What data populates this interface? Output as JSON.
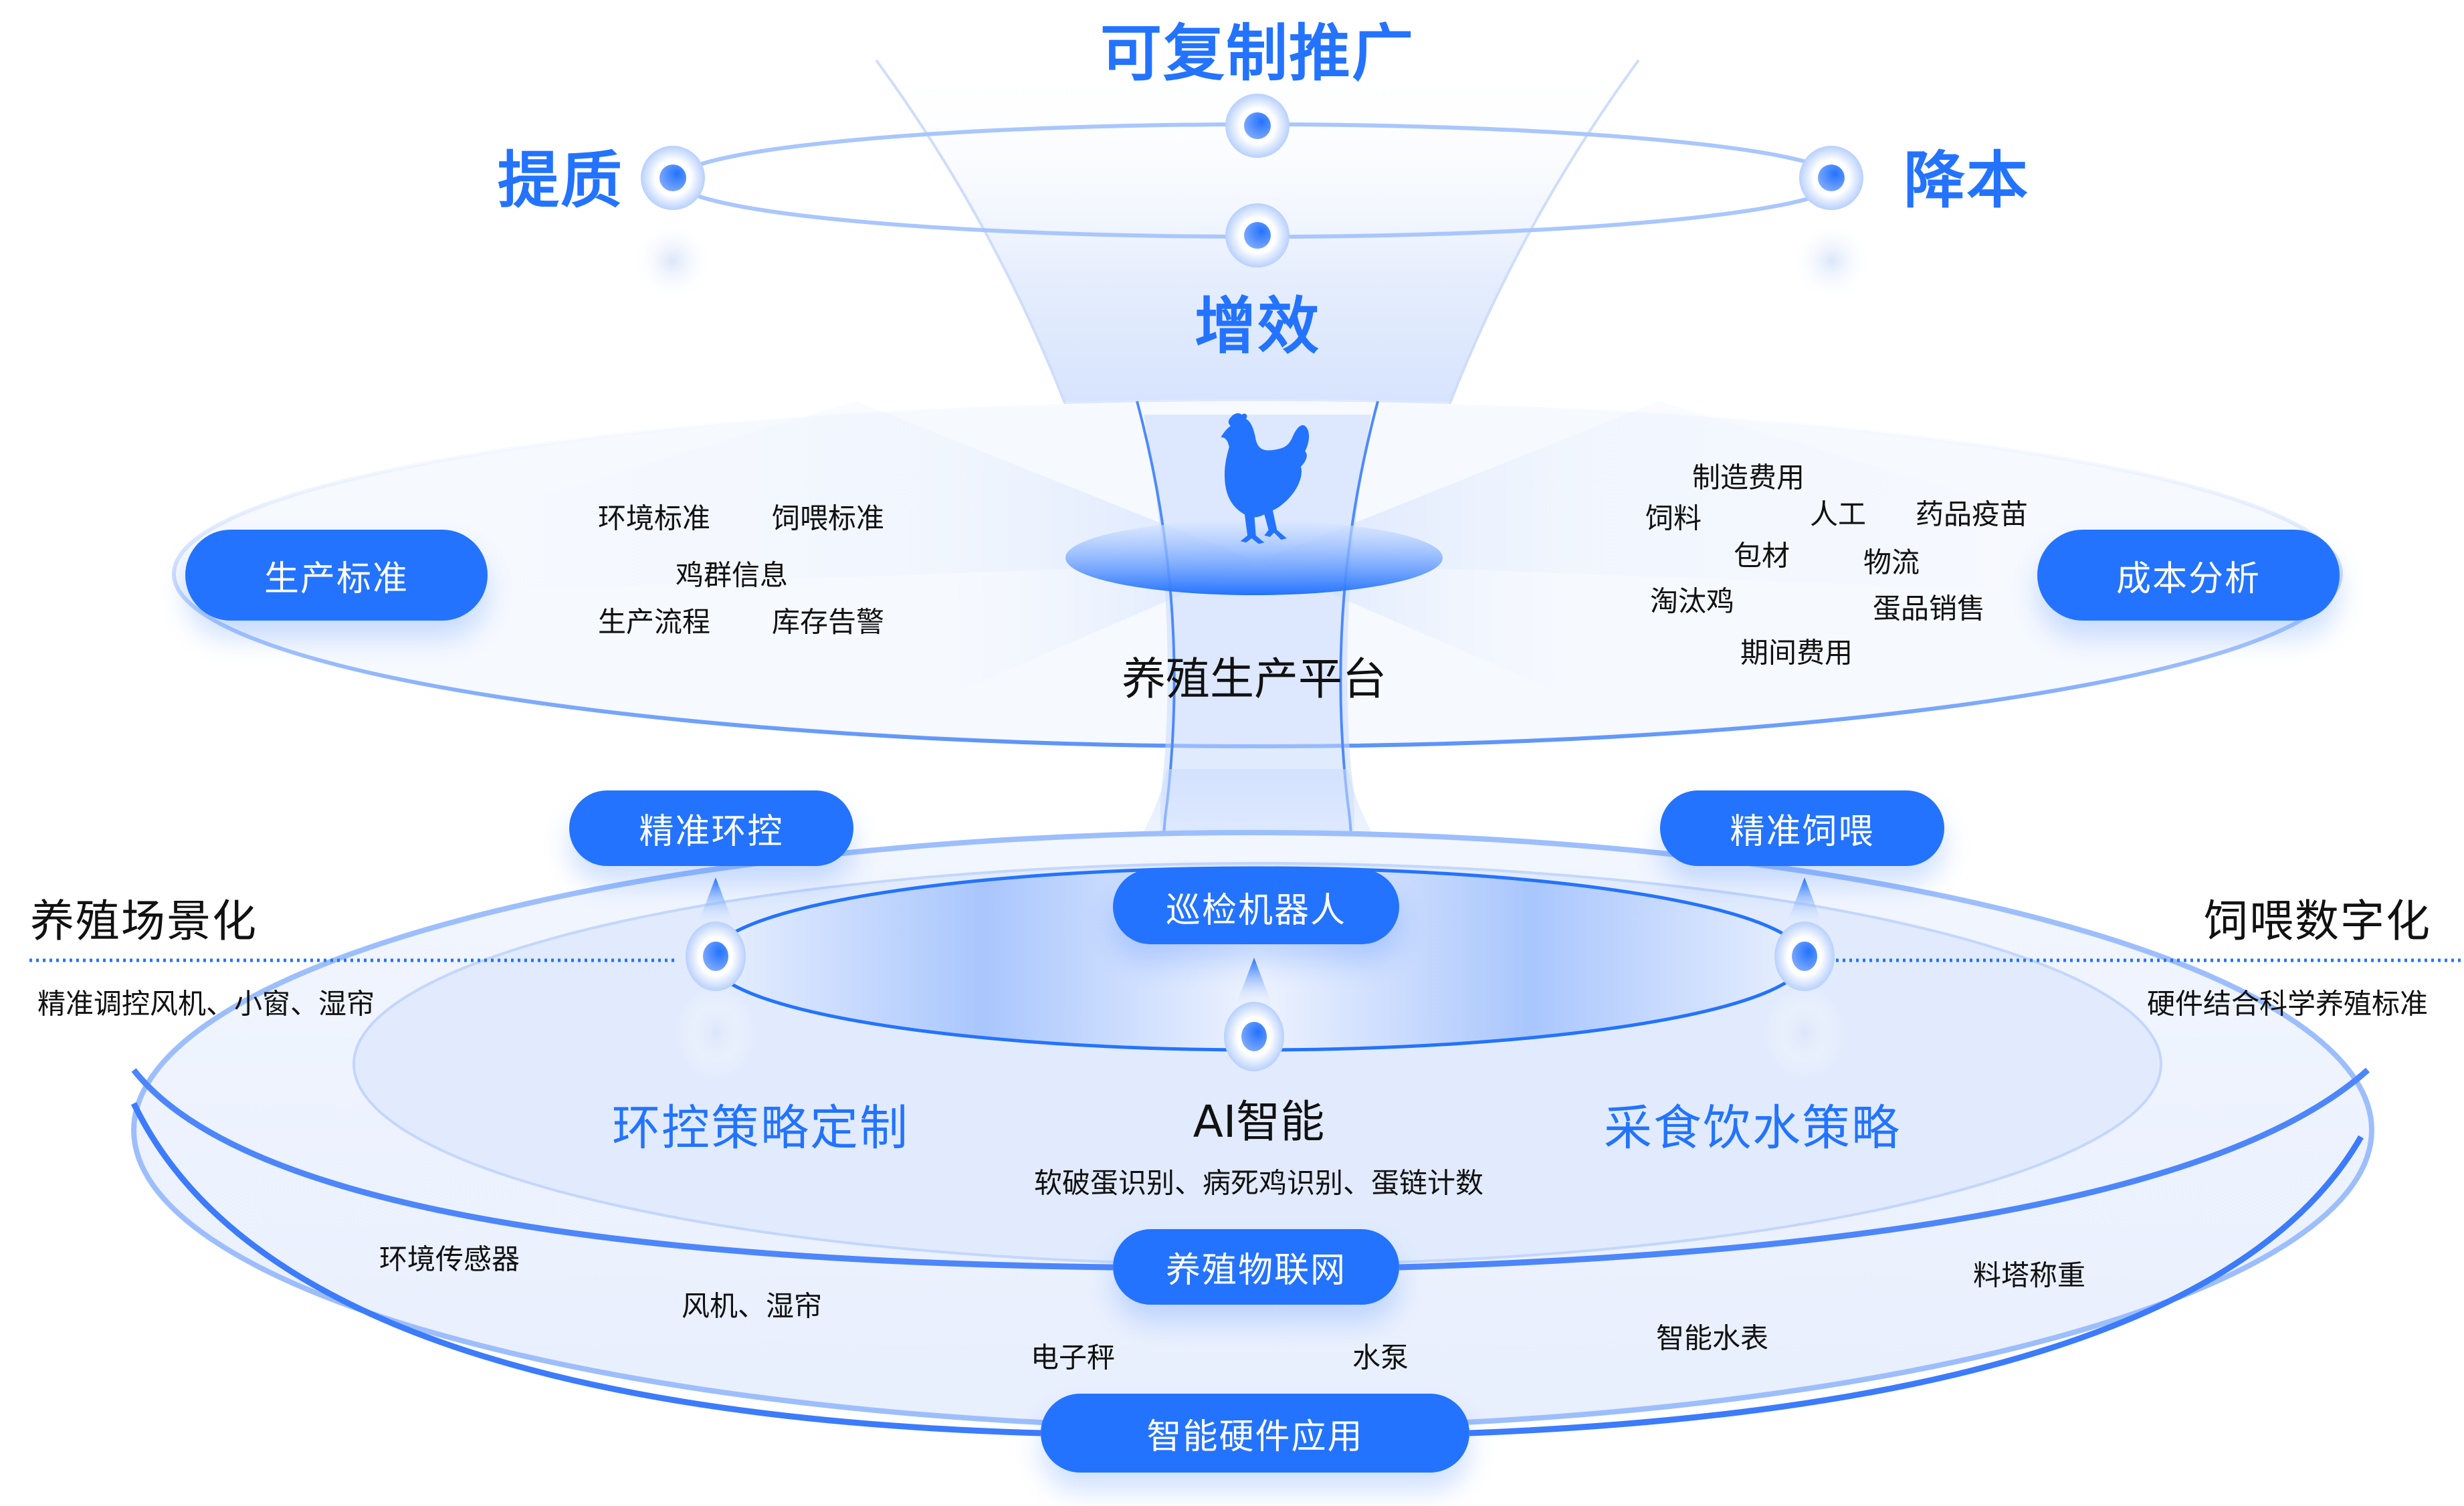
{
  "colors": {
    "accent": "#2373FE",
    "accent_light": "#A9C8FF",
    "funnel_fill": "#DDE8FC",
    "text_dark": "#111111",
    "white": "#FFFFFF"
  },
  "top": {
    "title": "可复制推广",
    "left_goal": "提质",
    "right_goal": "降本",
    "center_goal": "增效"
  },
  "platform": {
    "name": "养殖生产平台",
    "icon": "chicken-icon",
    "left_module": {
      "label": "生产标准",
      "items": [
        "环境标准",
        "饲喂标准",
        "鸡群信息",
        "生产流程",
        "库存告警"
      ]
    },
    "right_module": {
      "label": "成本分析",
      "items": [
        "制造费用",
        "饲料",
        "人工",
        "药品疫苗",
        "包材",
        "物流",
        "淘汰鸡",
        "蛋品销售",
        "期间费用"
      ]
    }
  },
  "ai_layer": {
    "left_button": "精准环控",
    "center_button": "巡检机器人",
    "right_button": "精准饲喂",
    "left_side_title": "养殖场景化",
    "left_side_desc": "精准调控风机、小窗、湿帘",
    "right_side_title": "饲喂数字化",
    "right_side_desc": "硬件结合科学养殖标准",
    "left_strategy": "环控策略定制",
    "right_strategy": "采食饮水策略",
    "ai_title": "AI智能",
    "ai_desc": "软破蛋识别、病死鸡识别、蛋链计数"
  },
  "iot_layer": {
    "button": "养殖物联网"
  },
  "hardware_layer": {
    "button": "智能硬件应用",
    "items": [
      "环境传感器",
      "风机、湿帘",
      "电子秤",
      "水泵",
      "智能水表",
      "料塔称重"
    ]
  }
}
